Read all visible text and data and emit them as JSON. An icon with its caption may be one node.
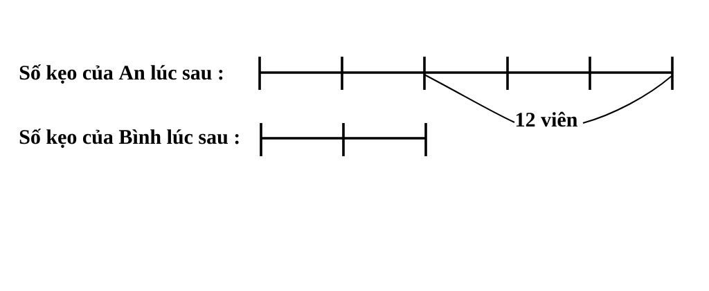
{
  "diagram": {
    "labels": [
      "Số kẹo của An lúc sau :",
      "Số kẹo của Bình lúc sau :",
      "12 viên"
    ]
  }
}
